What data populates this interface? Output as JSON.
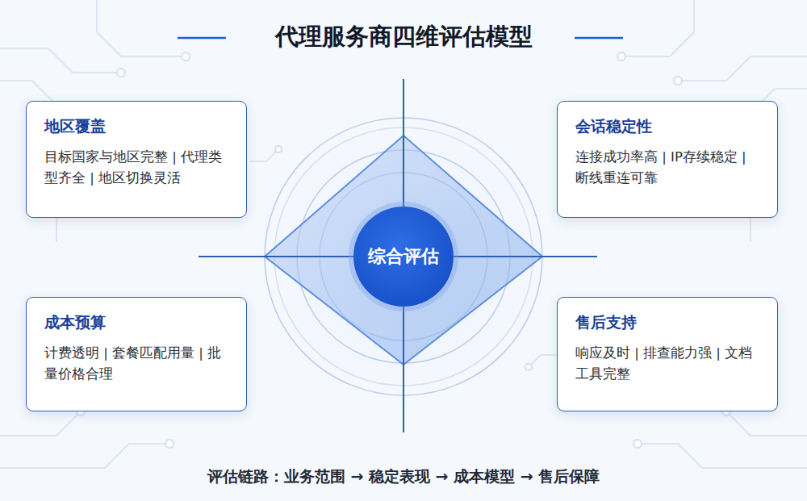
{
  "diagram": {
    "title": "代理服务商四维评估模型",
    "caption": "评估链路：业务范围 → 稳定表现 → 成本模型 → 售后保障",
    "nodes": [
      {
        "text": [
          "地区覆盖",
          "目标国家与地区完整 | 代理类型齐全 | 地区切换灵活"
        ]
      },
      {
        "text": [
          "会话稳定性",
          "连接成功率高 | IP存续稳定 | 断线重连可靠"
        ]
      },
      {
        "text": [
          "综合评估"
        ]
      },
      {
        "text": [
          "成本预算",
          "计费透明 | 套餐匹配用量 | 批量价格合理"
        ]
      },
      {
        "text": [
          "售后支持",
          "响应及时 | 排查能力强 | 文档工具完整"
        ]
      }
    ]
  }
}
